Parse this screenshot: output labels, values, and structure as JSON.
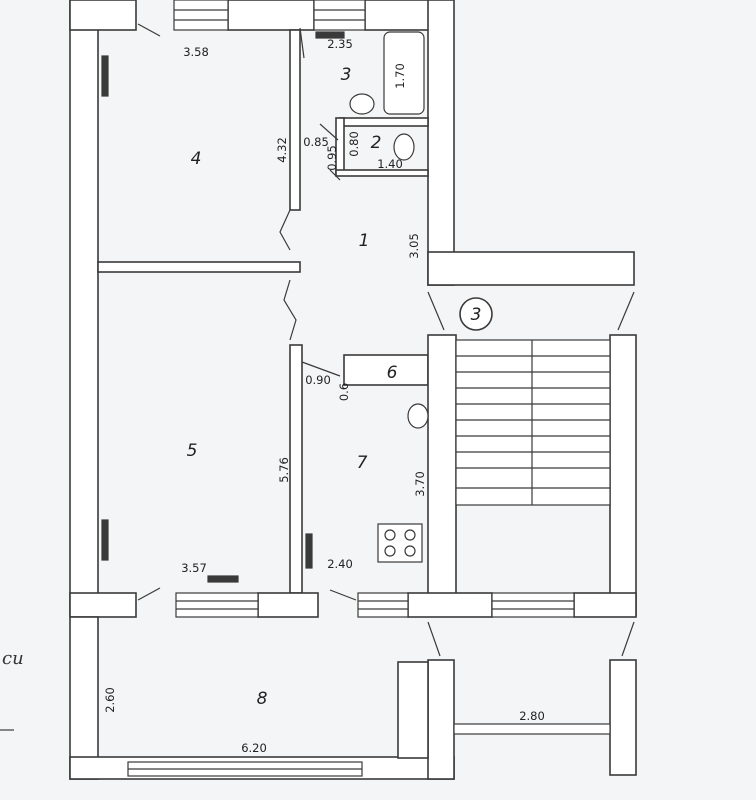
{
  "rooms": {
    "r1": "1",
    "r2": "2",
    "r3": "3",
    "r4": "4",
    "r5": "5",
    "r6": "6",
    "r7": "7",
    "r8": "8"
  },
  "stair_marker": "3",
  "dimensions": {
    "d_358": "3.58",
    "d_235": "2.35",
    "d_170": "1.70",
    "d_432": "4.32",
    "d_085": "0.85",
    "d_095": "0.95",
    "d_080": "0.80",
    "d_140": "1.40",
    "d_305": "3.05",
    "d_090": "0.90",
    "d_060": "0.6",
    "d_576": "5.76",
    "d_370": "3.70",
    "d_357": "3.57",
    "d_240": "2.40",
    "d_260": "2.60",
    "d_620": "6.20",
    "d_280": "2.80"
  },
  "side_text": "си",
  "colors": {
    "paper": "#f4f5f6",
    "ink": "#3a3a3a",
    "wall_fill": "#ffffff"
  }
}
